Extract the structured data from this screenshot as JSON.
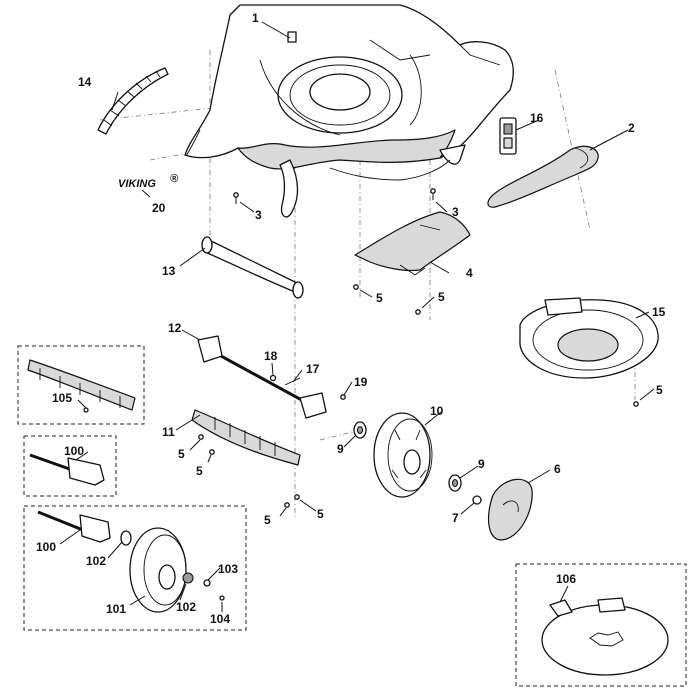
{
  "logo": {
    "text": "VIKING",
    "reg_mark": "®"
  },
  "labels": {
    "p1": "1",
    "p2": "2",
    "p3a": "3",
    "p3b": "3",
    "p4": "4",
    "p5a": "5",
    "p5b": "5",
    "p5c": "5",
    "p5d": "5",
    "p5e": "5",
    "p5f": "5",
    "p6": "6",
    "p7": "7",
    "p9a": "9",
    "p9b": "9",
    "p10": "10",
    "p11": "11",
    "p12": "12",
    "p13": "13",
    "p14": "14",
    "p15": "15",
    "p16": "16",
    "p17": "17",
    "p18": "18",
    "p19": "19",
    "p20": "20",
    "p100a": "100",
    "p100b": "100",
    "p101": "101",
    "p102a": "102",
    "p102b": "102",
    "p103": "103",
    "p104": "104",
    "p105": "105",
    "p106": "106"
  },
  "colors": {
    "line": "#111111",
    "fill_light": "#d9d9d9",
    "fill_dark": "#9a9a9a",
    "background": "#ffffff"
  }
}
